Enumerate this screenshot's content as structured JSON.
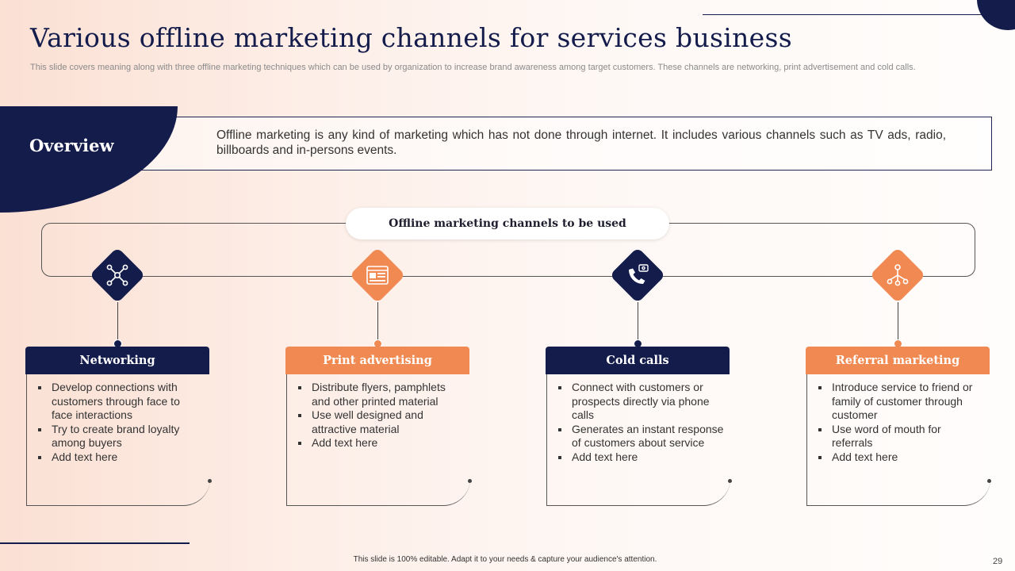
{
  "slide": {
    "title": "Various offline marketing channels for services business",
    "subtitle": "This slide covers meaning along with three offline marketing techniques which can be used by organization to increase brand awareness among target customers. These channels are networking, print advertisement and cold calls.",
    "overview_label": "Overview",
    "overview_text": "Offline marketing is any kind of marketing which has not done through internet. It includes various channels such as TV ads, radio, billboards and in-persons events.",
    "channels_heading": "Offline marketing channels to be used",
    "footer_note": "This slide is 100% editable. Adapt it to your needs & capture your audience's attention.",
    "page_number": "29"
  },
  "colors": {
    "navy": "#141c4c",
    "orange": "#f18a52"
  },
  "channels": [
    {
      "title": "Networking",
      "icon": "network-people-icon",
      "color": "navy",
      "bullets": [
        "Develop connections with customers through face to face interactions",
        "Try to create brand loyalty among buyers",
        "Add text here"
      ]
    },
    {
      "title": "Print advertising",
      "icon": "newspaper-icon",
      "color": "orange",
      "bullets": [
        "Distribute flyers, pamphlets and other printed material",
        "Use well designed and attractive material",
        "Add text here"
      ]
    },
    {
      "title": "Cold calls",
      "icon": "phone-call-icon",
      "color": "navy",
      "bullets": [
        "Connect with customers or prospects directly via phone calls",
        "Generates an instant response of customers about service",
        "Add text here"
      ]
    },
    {
      "title": "Referral marketing",
      "icon": "referral-network-icon",
      "color": "orange",
      "bullets": [
        "Introduce service to friend or family of customer through customer",
        "Use word of mouth for referrals",
        "Add text here"
      ]
    }
  ]
}
